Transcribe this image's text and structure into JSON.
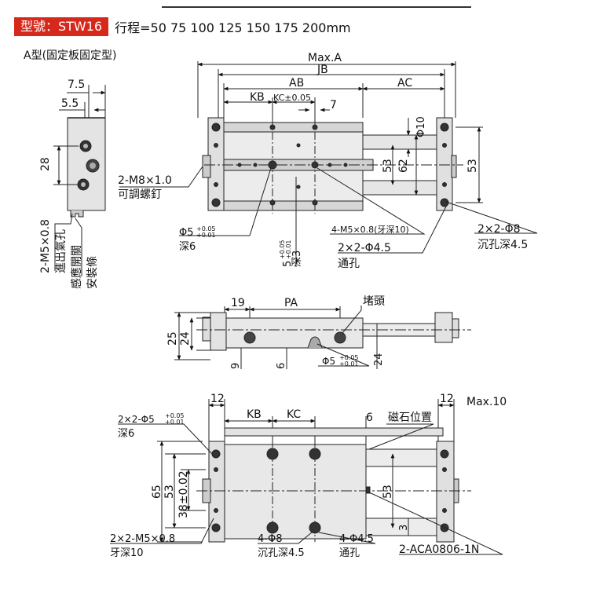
{
  "header": {
    "model_badge": "型號：STW16",
    "stroke_text": "行程=50 75 100 125 150 175 200mm"
  },
  "type_label": "A型(固定板固定型)",
  "side_view": {
    "dim_7_5": "7.5",
    "dim_5_5": "5.5",
    "dim_28": "28",
    "port_label_1": "2-M5×0.8",
    "port_label_2": "進出氣孔",
    "sensor_label_1": "感應開關",
    "sensor_label_2": "安裝條"
  },
  "top_view": {
    "max_a": "Max.A",
    "jb": "JB",
    "ab": "AB",
    "ac": "AC",
    "kb": "KB",
    "kc": "KC±0.05",
    "dim_7": "7",
    "phi10": "Φ10",
    "dim_53a": "53",
    "dim_62": "62",
    "dim_53b": "53",
    "screw_1": "2-M8×1.0",
    "screw_2": "可調螺釘",
    "phi5_1": "Φ5",
    "phi5_tol_top": "+0.05",
    "phi5_tol_bot": "+0.01",
    "phi5_2": "深6",
    "dim5_1": "5",
    "dim5_tol_top": "+0.05",
    "dim5_tol_bot": "+0.01",
    "dim5_2": "深3",
    "m5_label": "4-M5×0.8(牙深10)",
    "thru_1": "2×2-Φ4.5",
    "thru_2": "通孔",
    "cb_1": "2×2-Φ8",
    "cb_2": "沉孔深4.5"
  },
  "front_view": {
    "dim_19": "19",
    "pa": "PA",
    "plug": "堵頭",
    "dim_25": "25",
    "dim_24a": "24",
    "dim_9": "9",
    "dim_6": "6",
    "phi5": "Φ5",
    "phi5_tol_top": "+0.05",
    "phi5_tol_bot": "+0.01",
    "dim_24b": "24"
  },
  "bottom_view": {
    "dim_12a": "12",
    "dim_12b": "12",
    "max10": "Max.10",
    "kb": "KB",
    "kc": "KC",
    "dim_6": "6",
    "magnet": "磁石位置",
    "pin_1": "2×2-Φ5",
    "pin_tol_top": "+0.05",
    "pin_tol_bot": "+0.01",
    "pin_2": "深6",
    "dim_65": "65",
    "dim_53a": "53",
    "dim_38": "38±0.02",
    "dim_53b": "53",
    "dim_3": "3",
    "tap_1": "2×2-M5×0.8",
    "tap_2": "牙深10",
    "cb_1": "4-Φ8",
    "cb_2": "沉孔深4.5",
    "thru_1": "4-Φ4.5",
    "thru_2": "通孔",
    "part_no": "2-ACA0806-1N"
  }
}
